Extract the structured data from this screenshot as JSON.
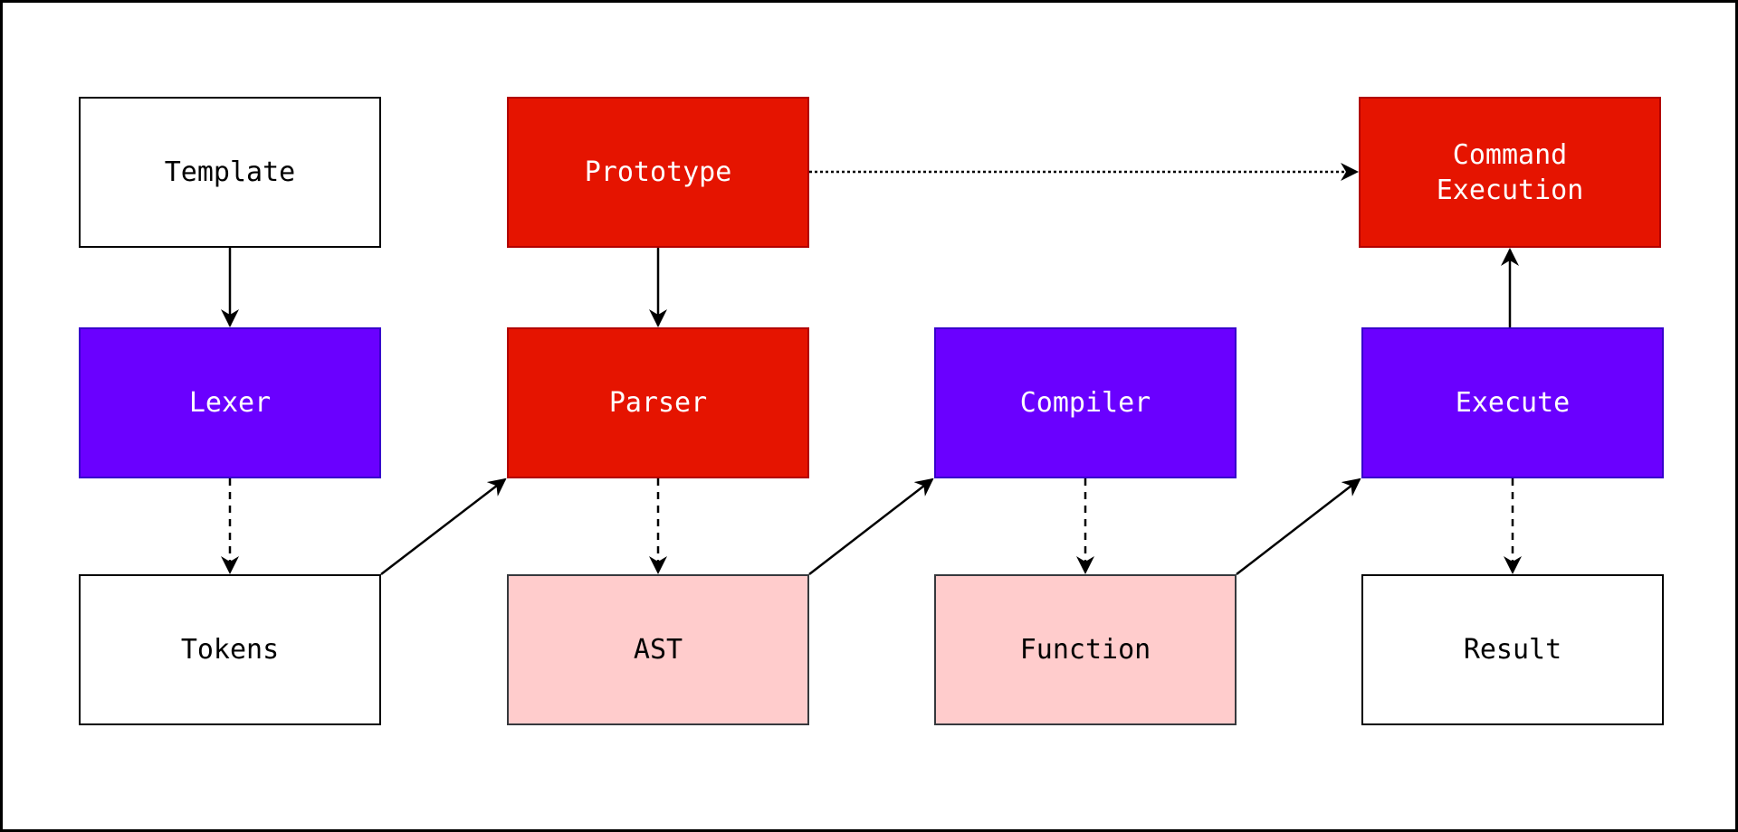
{
  "diagram": {
    "nodes": {
      "template": "Template",
      "prototype": "Prototype",
      "command_execution": "Command\nExecution",
      "lexer": "Lexer",
      "parser": "Parser",
      "compiler": "Compiler",
      "execute": "Execute",
      "tokens": "Tokens",
      "ast": "AST",
      "function": "Function",
      "result": "Result"
    },
    "colors": {
      "white_fill": "#ffffff",
      "red_fill": "#e51400",
      "purple_fill": "#6a00ff",
      "pink_fill": "#ffcccc",
      "stroke": "#000000",
      "frame": "#000000"
    },
    "edges": [
      {
        "from": "template",
        "to": "lexer",
        "style": "solid"
      },
      {
        "from": "prototype",
        "to": "parser",
        "style": "solid"
      },
      {
        "from": "prototype",
        "to": "command_execution",
        "style": "dotted"
      },
      {
        "from": "lexer",
        "to": "tokens",
        "style": "dashed"
      },
      {
        "from": "tokens",
        "to": "parser",
        "style": "solid"
      },
      {
        "from": "parser",
        "to": "ast",
        "style": "dashed"
      },
      {
        "from": "ast",
        "to": "compiler",
        "style": "solid"
      },
      {
        "from": "compiler",
        "to": "function",
        "style": "dashed"
      },
      {
        "from": "function",
        "to": "execute",
        "style": "solid"
      },
      {
        "from": "execute",
        "to": "result",
        "style": "dashed"
      },
      {
        "from": "execute",
        "to": "command_execution",
        "style": "solid"
      }
    ]
  }
}
